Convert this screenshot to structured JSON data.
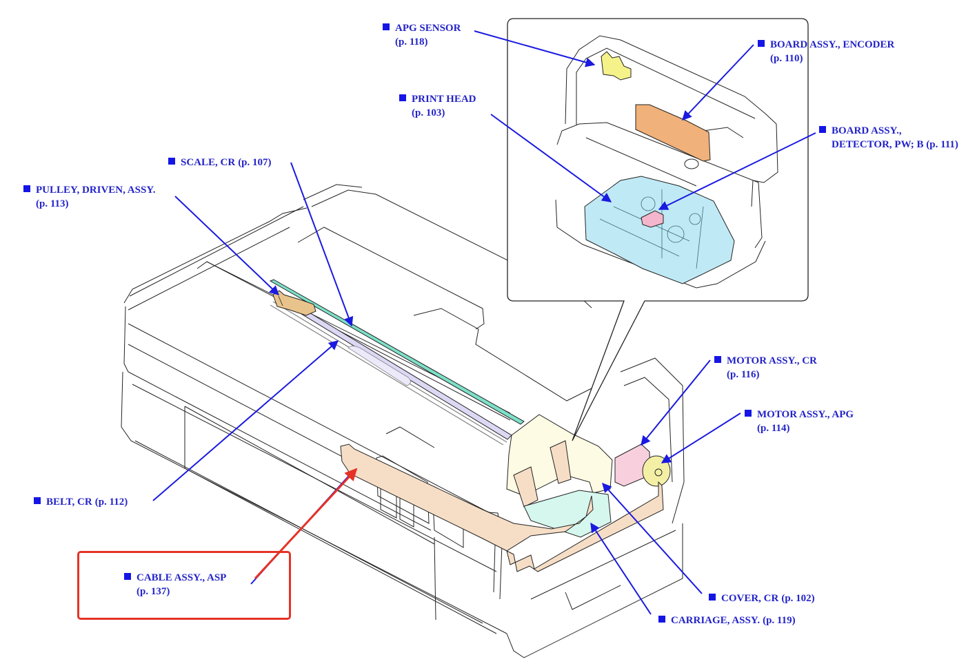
{
  "diagram": {
    "subject": "Printer with carriage mechanism – component locations",
    "inset_panel": "Carriage assembly detail (print head unit)",
    "highlighted_component": "CABLE ASSY., ASP"
  },
  "colors": {
    "label_text": "#2323c8",
    "bullet": "#1515e6",
    "leader_line": "#1a1ae0",
    "highlight": "#e53226",
    "outline": "#222222",
    "apg_sensor": "#f5f28a",
    "encoder_board": "#f0b17a",
    "print_head": "#bfe9f5",
    "detector_board": "#f4b6cc",
    "scale": "#7de0c8",
    "belt": "#dcd8f4",
    "pulley": "#e8c48c",
    "cover": "#fdfbe3",
    "carriage": "#d6f7ee",
    "motor_cr": "#f8d0dd",
    "motor_apg": "#f3f0a6",
    "cable": "#f6dec6"
  },
  "callouts": [
    {
      "id": "apg-sensor",
      "label": "APG SENSOR",
      "page": "(p. 118)"
    },
    {
      "id": "board-encoder",
      "label": "BOARD ASSY., ENCODER",
      "page": "(p. 110)"
    },
    {
      "id": "print-head",
      "label": "PRINT HEAD",
      "page": "(p. 103)"
    },
    {
      "id": "board-detector",
      "label": "BOARD ASSY.,",
      "label2": "DETECTOR, PW; B",
      "page": "(p. 111)"
    },
    {
      "id": "scale-cr",
      "label": "SCALE, CR",
      "page": "(p. 107)"
    },
    {
      "id": "pulley-driven",
      "label": "PULLEY, DRIVEN, ASSY.",
      "page": "(p. 113)"
    },
    {
      "id": "motor-cr",
      "label": "MOTOR ASSY., CR",
      "page": "(p. 116)"
    },
    {
      "id": "motor-apg",
      "label": "MOTOR ASSY., APG",
      "page": "(p. 114)"
    },
    {
      "id": "belt-cr",
      "label": "BELT, CR",
      "page": "(p. 112)"
    },
    {
      "id": "cable-asp",
      "label": "CABLE ASSY., ASP",
      "page": "(p. 137)"
    },
    {
      "id": "cover-cr",
      "label": "COVER, CR",
      "page": "(p. 102)"
    },
    {
      "id": "carriage-assy",
      "label": "CARRIAGE, ASSY.",
      "page": "(p. 119)"
    }
  ]
}
